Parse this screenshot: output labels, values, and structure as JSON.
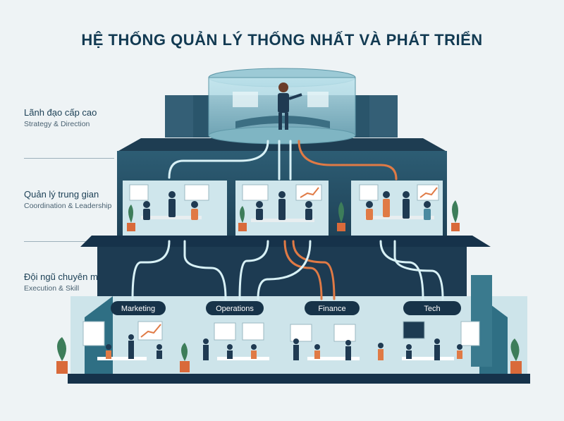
{
  "title": "HỆ THỐNG QUẢN LÝ THỐNG NHẤT VÀ PHÁT TRIỂN",
  "levels": [
    {
      "vi": "Lãnh đạo cấp cao",
      "en": "Strategy & Direction"
    },
    {
      "vi": "Quản lý trung gian",
      "en": "Coordination & Leadership"
    },
    {
      "vi": "Đội ngũ chuyên môn",
      "en": "Execution & Skill"
    }
  ],
  "departments": [
    "Marketing",
    "Operations",
    "Finance",
    "Tech"
  ],
  "colors": {
    "navy": "#1d3b52",
    "teal": "#2f6f84",
    "light_teal": "#cfe6ec",
    "accent_orange": "#e07a45",
    "arrow_light": "#d8f1f6"
  }
}
